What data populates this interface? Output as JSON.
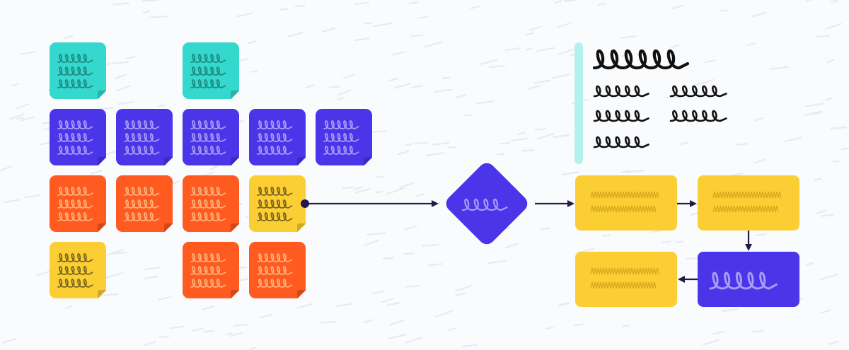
{
  "diagram": {
    "colors": {
      "teal": "#34d8cd",
      "teal_scribble": "#1e8a82",
      "blue": "#4b35e8",
      "blue_scribble": "#a79df6",
      "orange": "#ff5a1f",
      "orange_scribble": "#ffb17a",
      "yellow": "#fbcf33",
      "yellow_scribble": "#7a6420",
      "yellow_hatch": "#d9aa1e",
      "connector": "#221b48",
      "accent_bar": "#b5f1ec",
      "handwriting": "#111111",
      "background": "#fafbfd"
    },
    "sticky_notes": [
      {
        "color": "teal"
      },
      {
        "color": "teal"
      },
      {
        "color": "blue"
      },
      {
        "color": "blue"
      },
      {
        "color": "blue"
      },
      {
        "color": "blue"
      },
      {
        "color": "blue"
      },
      {
        "color": "orange"
      },
      {
        "color": "orange"
      },
      {
        "color": "orange"
      },
      {
        "color": "yellow"
      },
      {
        "color": "yellow"
      },
      {
        "color": "orange"
      },
      {
        "color": "orange"
      }
    ],
    "decision_node": {
      "shape": "diamond",
      "color": "blue"
    },
    "process_blocks": [
      {
        "color": "yellow",
        "content": "hatch"
      },
      {
        "color": "yellow",
        "content": "hatch"
      },
      {
        "color": "blue",
        "content": "scribble"
      },
      {
        "color": "yellow",
        "content": "hatch"
      }
    ],
    "annotation": {
      "style": "handwritten-scribble",
      "lines": 4
    }
  }
}
